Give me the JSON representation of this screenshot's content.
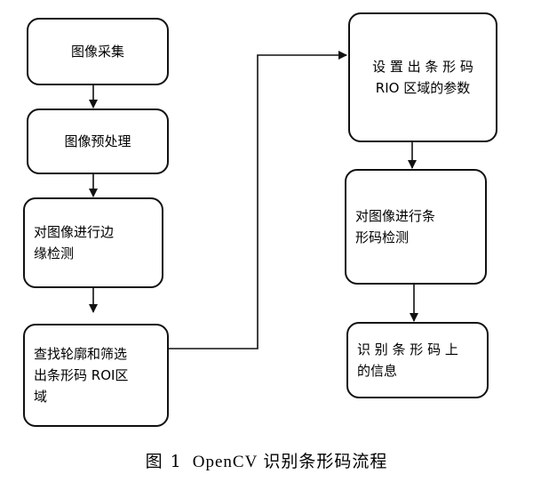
{
  "diagram": {
    "nodes": [
      {
        "id": "acquire",
        "label": "图像采集"
      },
      {
        "id": "preprocess",
        "label": "图像预处理"
      },
      {
        "id": "edge",
        "label": "对图像进行边\n缘检测"
      },
      {
        "id": "contour",
        "label": "查找轮廓和筛选\n出条形码 ROI区\n域"
      },
      {
        "id": "params",
        "label": "设 置 出 条 形 码\nRIO 区域的参数"
      },
      {
        "id": "detect",
        "label": "对图像进行条\n形码检测"
      },
      {
        "id": "recognize",
        "label": "识 别 条 形 码 上\n的信息"
      }
    ],
    "edges": [
      {
        "from": "acquire",
        "to": "preprocess"
      },
      {
        "from": "preprocess",
        "to": "edge"
      },
      {
        "from": "edge",
        "to": "contour"
      },
      {
        "from": "contour",
        "to": "params"
      },
      {
        "from": "params",
        "to": "detect"
      },
      {
        "from": "detect",
        "to": "recognize"
      }
    ]
  },
  "caption": {
    "fig": "图",
    "num": "1",
    "latin": "OpenCV",
    "text": "识别条形码流程"
  }
}
